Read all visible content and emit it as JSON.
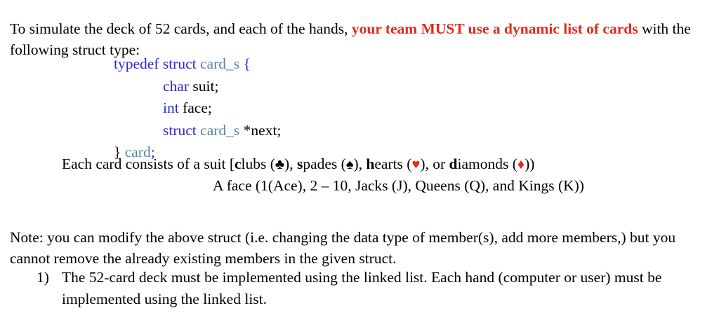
{
  "document": {
    "intro": {
      "text_before": "To simulate the deck of 52 cards, and each of the hands, ",
      "emphasis": "your team MUST use a dynamic list of cards",
      "text_after": " with the following struct type:"
    },
    "code_block": {
      "lines": [
        {
          "indent": 1,
          "tokens": [
            {
              "text": "typedef struct ",
              "style": "kw"
            },
            {
              "text": "card_s",
              "style": "typ"
            },
            {
              "text": " {",
              "style": "pun-blue"
            }
          ]
        },
        {
          "indent": 2,
          "tokens": [
            {
              "text": "char",
              "style": "kw"
            },
            {
              "text": " suit;",
              "style": "plain"
            }
          ]
        },
        {
          "indent": 2,
          "tokens": [
            {
              "text": "int",
              "style": "kw"
            },
            {
              "text": " face;",
              "style": "plain"
            }
          ]
        },
        {
          "indent": 2,
          "tokens": [
            {
              "text": "struct ",
              "style": "kw"
            },
            {
              "text": "card_s",
              "style": "typ"
            },
            {
              "text": " *next;",
              "style": "plain"
            }
          ]
        },
        {
          "indent": 1,
          "tokens": [
            {
              "text": "} ",
              "style": "plain"
            },
            {
              "text": "card",
              "style": "typ"
            },
            {
              "text": ";",
              "style": "pun-blue"
            }
          ]
        }
      ]
    },
    "suit_line": {
      "lead": "Each card consists of a suit [",
      "clubs_bold": "c",
      "clubs_rest": "lubs (",
      "clubs_symbol": "♣",
      "after_clubs": "), ",
      "spades_bold": "s",
      "spades_rest": "pades (",
      "spades_symbol": "♠",
      "after_spades": "), ",
      "hearts_bold": "h",
      "hearts_rest": "earts (",
      "hearts_symbol": "♥",
      "after_hearts": "), or ",
      "diamonds_bold": "d",
      "diamonds_rest": "iamonds (",
      "diamonds_symbol": "♦",
      "tail": "))"
    },
    "face_line": {
      "text": "A face (1(Ace), 2 – 10, Jacks (J), Queens (Q), and Kings (K))"
    },
    "note": {
      "text": "Note:  you can modify the above struct (i.e. changing the data type of member(s), add more members,) but you cannot remove the already existing members in the given struct."
    },
    "ordered_list": {
      "items": [
        {
          "marker": "1)",
          "text": "The 52-card deck must be implemented using the linked list. Each hand (computer or user) must be implemented using the linked list."
        }
      ]
    },
    "colors": {
      "emphasis_red": "#e4281d",
      "keyword_blue": "#2a28d6",
      "type_blue": "#5287a6",
      "body_black": "#000000",
      "background": "#ffffff"
    }
  }
}
